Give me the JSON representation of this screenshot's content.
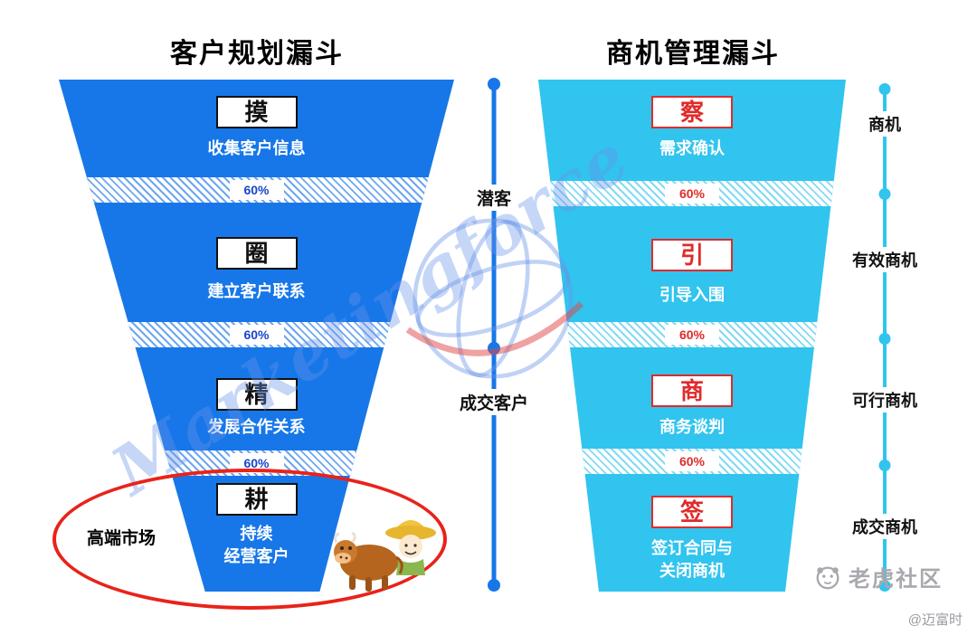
{
  "left_funnel": {
    "title": "客户规划漏斗",
    "color": "#1777E8",
    "stages": [
      {
        "key": "摸",
        "desc": "收集客户信息"
      },
      {
        "key": "圈",
        "desc": "建立客户联系"
      },
      {
        "key": "精",
        "desc": "发展合作关系"
      },
      {
        "key": "耕",
        "desc": "持续\n经营客户"
      }
    ],
    "rates": [
      "60%",
      "60%",
      "60%"
    ],
    "highlight_label": "高端市场"
  },
  "middle_timeline": {
    "top_label": "潜客",
    "bottom_label": "成交客户",
    "color": "#1777E8"
  },
  "right_funnel": {
    "title": "商机管理漏斗",
    "color": "#31C4EE",
    "stages": [
      {
        "key": "察",
        "desc": "需求确认"
      },
      {
        "key": "引",
        "desc": "引导入围"
      },
      {
        "key": "商",
        "desc": "商务谈判"
      },
      {
        "key": "签",
        "desc": "签订合同与\n关闭商机"
      }
    ],
    "rates": [
      "60%",
      "60%",
      "60%"
    ]
  },
  "right_timeline": {
    "color": "#31C4EE",
    "labels": [
      "商机",
      "有效商机",
      "可行商机",
      "成交商机"
    ]
  },
  "watermark": {
    "brand": "Marketingforce"
  },
  "footer": {
    "community": "老虎社区",
    "credit": "@迈富时"
  }
}
